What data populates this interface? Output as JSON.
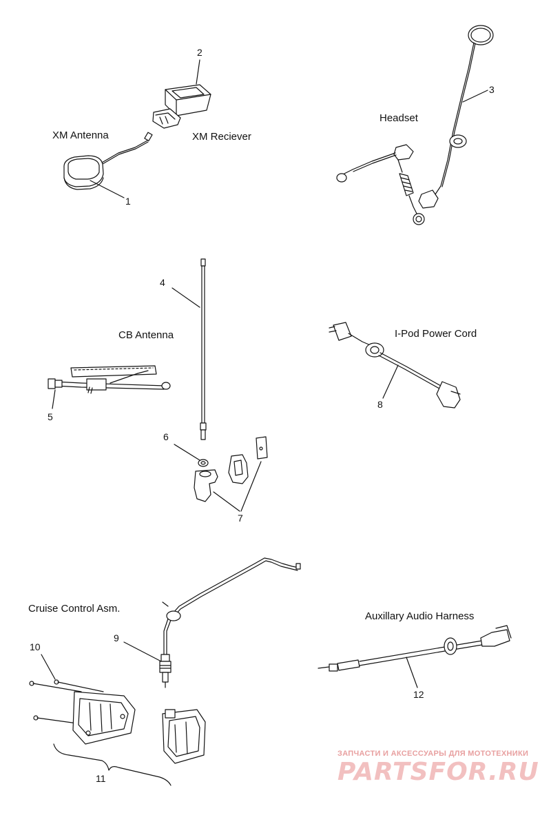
{
  "labels": {
    "xm_antenna": "XM Antenna",
    "xm_receiver": "XM Reciever",
    "headset": "Headset",
    "cb_antenna": "CB Antenna",
    "ipod_power_cord": "I-Pod Power Cord",
    "cruise_control": "Cruise Control Asm.",
    "aux_audio": "Auxillary Audio Harness"
  },
  "callouts": [
    "1",
    "2",
    "3",
    "4",
    "5",
    "6",
    "7",
    "8",
    "9",
    "10",
    "11",
    "12"
  ],
  "watermark": {
    "tagline": "ЗАПЧАСТИ И АКСЕССУАРЫ ДЛЯ МОТОТЕХНИКИ",
    "logo": "PARTSFOR.RU",
    "color": "#f2c0c0"
  },
  "colors": {
    "line": "#111111",
    "background": "#ffffff"
  }
}
